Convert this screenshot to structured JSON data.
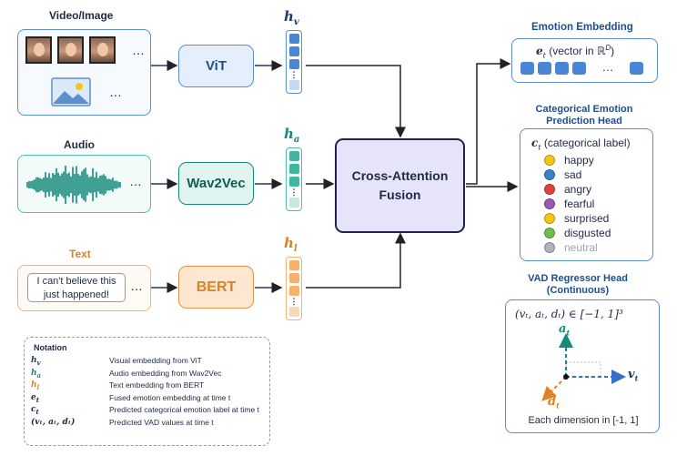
{
  "inputs": {
    "video": {
      "title": "Video/Image",
      "ellipsis": "…"
    },
    "audio": {
      "title": "Audio",
      "ellipsis": "…"
    },
    "text": {
      "title": "Text",
      "quote": "I can't believe this just happened!",
      "ellipsis": "…"
    }
  },
  "encoders": {
    "vit": "ViT",
    "wav2vec": "Wav2Vec",
    "bert": "BERT"
  },
  "embeddings": {
    "h_v": {
      "base": "h",
      "sub": "v"
    },
    "h_a": {
      "base": "h",
      "sub": "a"
    },
    "h_l": {
      "base": "h",
      "sub": "l"
    },
    "dots": "⋮"
  },
  "fusion": {
    "label": "Cross-Attention Fusion"
  },
  "emotion_embedding": {
    "title": "Emotion Embedding",
    "symbol": "e",
    "symbol_sub": "t",
    "desc": "(vector in ℝ",
    "desc_sup": "D",
    "desc_end": ")",
    "ellipsis": "…"
  },
  "categorical_head": {
    "title": "Categorical Emotion Prediction Head",
    "symbol": "c",
    "symbol_sub": "t",
    "desc": "(categorical label)",
    "emotions": [
      {
        "label": "happy",
        "color": "#f5c518"
      },
      {
        "label": "sad",
        "color": "#3b82c4"
      },
      {
        "label": "angry",
        "color": "#e0433b"
      },
      {
        "label": "fearful",
        "color": "#9b59b6"
      },
      {
        "label": "surprised",
        "color": "#f5c518"
      },
      {
        "label": "disgusted",
        "color": "#6dbf4b"
      },
      {
        "label": "neutral",
        "color": "#b0b4ba"
      }
    ]
  },
  "vad_head": {
    "title": "VAD Regressor Head (Continuous)",
    "formula": "(v",
    "formula_full": "(vₜ, aₜ, dₜ) ∈ [−1, 1]³",
    "axis_a": "a",
    "axis_v": "v",
    "axis_d": "d",
    "axis_sub": "t",
    "footer": "Each dimension in [-1, 1]"
  },
  "notation": {
    "title": "Notation",
    "rows": [
      {
        "sym": "h",
        "sub": "v",
        "text": "Visual embedding from ViT"
      },
      {
        "sym": "h",
        "sub": "a",
        "text": "Audio embedding from Wav2Vec"
      },
      {
        "sym": "h",
        "sub": "l",
        "text": "Text embedding from BERT"
      },
      {
        "sym": "e",
        "sub": "t",
        "text": "Fused emotion embedding at time t"
      },
      {
        "sym": "c",
        "sub": "t",
        "text": "Predicted categorical emotion label at time t"
      },
      {
        "sym": "(vₜ, aₜ, dₜ)",
        "sub": "",
        "text": "Predicted VAD values at time t"
      }
    ]
  },
  "colors": {
    "video": "#1e4e8c",
    "audio": "#138a7a",
    "text": "#d9822b",
    "fusion_bg": "#e6e4fa",
    "fusion_border": "#23234a"
  }
}
